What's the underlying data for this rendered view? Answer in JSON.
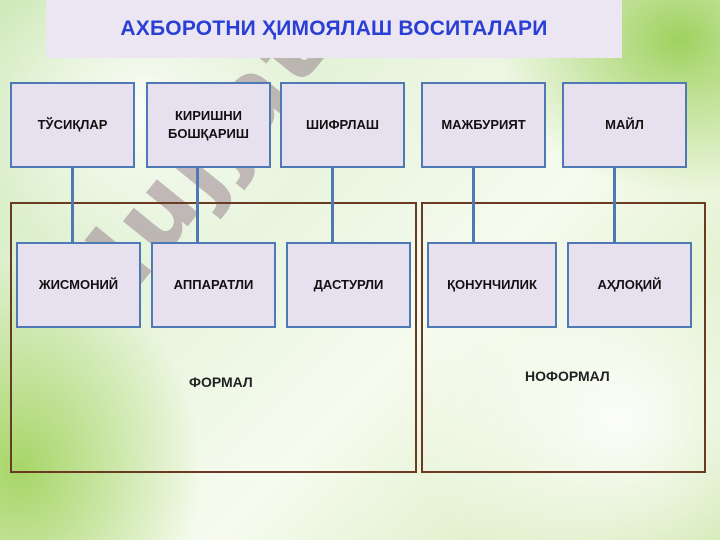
{
  "title": "АХБОРОТНИ ҲИМОЯЛАШ ВОСИТАЛАРИ",
  "top_nodes": [
    {
      "label": "ТЎСИҚЛАР"
    },
    {
      "label": "КИРИШНИ\nБОШҚАРИШ"
    },
    {
      "label": "ШИФРЛАШ"
    },
    {
      "label": "МАЖБУРИЯТ"
    },
    {
      "label": "МАЙЛ"
    }
  ],
  "bottom_nodes": [
    {
      "label": "ЖИСМОНИЙ"
    },
    {
      "label": "АППАРАТЛИ"
    },
    {
      "label": "ДАСТУРЛИ"
    },
    {
      "label": "ҚОНУНЧИЛИК"
    },
    {
      "label": "АҲЛОҚИЙ"
    }
  ],
  "groups": {
    "formal": "ФОРМАЛ",
    "informal": "НОФОРМАЛ"
  },
  "watermark": "Hujjat24"
}
